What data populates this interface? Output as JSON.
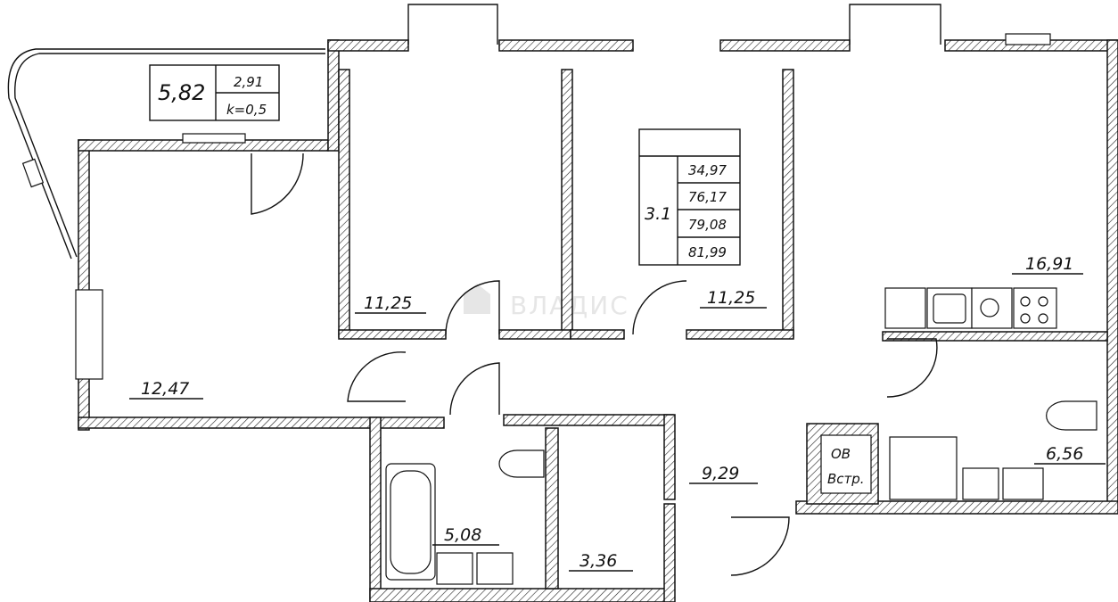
{
  "balcony": {
    "area": "5,82",
    "value": "2,91",
    "coef": "k=0,5"
  },
  "apartment": {
    "code": "3.1",
    "areas": [
      "34,97",
      "76,17",
      "79,08",
      "81,99"
    ]
  },
  "rooms": {
    "living_left": "12,47",
    "bedroom_1": "11,25",
    "bedroom_2": "11,25",
    "kitchen": "16,91",
    "bathroom": "5,08",
    "toilet": "3,36",
    "hall": "9,29",
    "bath_right": "6,56"
  },
  "utility": {
    "line1": "ОВ",
    "line2": "Встр."
  },
  "watermark": "ВЛАДИС"
}
